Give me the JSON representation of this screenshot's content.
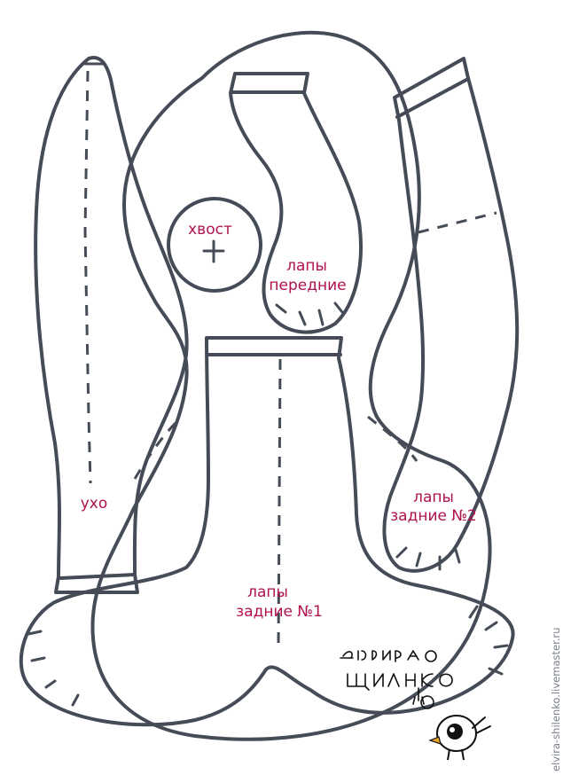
{
  "labels": {
    "tail": "хвост",
    "front_paws_1": "лапы",
    "front_paws_2": "передние",
    "ear": "ухо",
    "hind_paws2_1": "лапы",
    "hind_paws2_2": "задние №2",
    "hind_paws1_1": "лапы",
    "hind_paws1_2": "задние №1"
  },
  "watermark": {
    "url": "elvira-shilenko.livemaster.ru",
    "signature_line1": "Эльвира",
    "signature_line2": "Шиленко"
  },
  "colors": {
    "outline": "#454b57",
    "label": "#b0124f",
    "background": "#ffffff"
  }
}
